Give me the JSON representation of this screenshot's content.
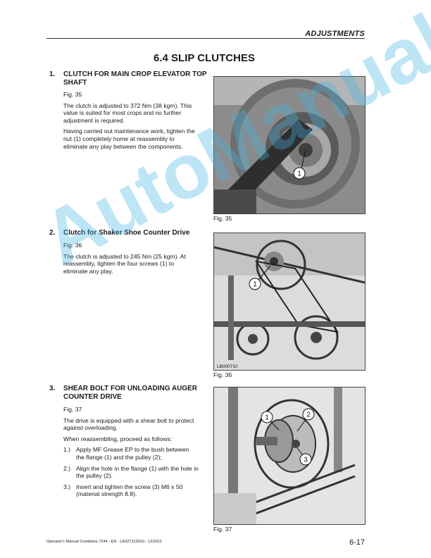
{
  "header": {
    "section": "ADJUSTMENTS"
  },
  "page_title": "6.4  SLIP CLUTCHES",
  "sections": [
    {
      "number": "1.",
      "title": "CLUTCH FOR MAIN CROP ELEVATOR TOP SHAFT",
      "fig_ref": "Fig. 35",
      "paragraphs": [
        "The clutch is adjusted to 372 Nm (38 kgm). This value is suited for most crops and no further adjustment is required.",
        "Having carried out maintenance work, tighten the nut (1) completely home at reassembly to eliminate any play between the components."
      ]
    },
    {
      "number": "2.",
      "title": "Clutch for Shaker Shoe Counter Drive",
      "fig_ref": "Fig. 36",
      "paragraphs": [
        "The clutch is adjusted to 245 Nm (25 kgm). At reassembly, tighten the four screws (1) to eliminate any play."
      ]
    },
    {
      "number": "3.",
      "title": "SHEAR BOLT FOR UNLOADING AUGER COUNTER DRIVE",
      "fig_ref": "Fig. 37",
      "paragraphs": [
        "The drive is equipped with a shear bolt to protect against overloading.",
        "When reassembling, proceed as follows:"
      ],
      "steps": [
        {
          "n": "1.)",
          "text": "Apply MF Grease EP to the bush between the flange (1) and the pulley (2);"
        },
        {
          "n": "2.)",
          "text": "Align the hole in the flange (1) with the hole in the pulley (2)."
        },
        {
          "n": "3.)",
          "text": "Insert and tighten the screw (3) M6 x 50 (material strength 8.8)."
        }
      ]
    }
  ],
  "figures": [
    {
      "caption": "Fig. 35",
      "callouts": [
        "1"
      ]
    },
    {
      "caption": "Fig. 36",
      "callouts": [
        "1"
      ],
      "photo_code": "LB000710"
    },
    {
      "caption": "Fig. 37",
      "callouts": [
        "1",
        "2",
        "3"
      ]
    }
  ],
  "footer": {
    "manual": "Operator's Manual Combines 7244 - EN - LA327313010 - 12/2011",
    "page": "6-17"
  },
  "watermark": "AutoManual"
}
